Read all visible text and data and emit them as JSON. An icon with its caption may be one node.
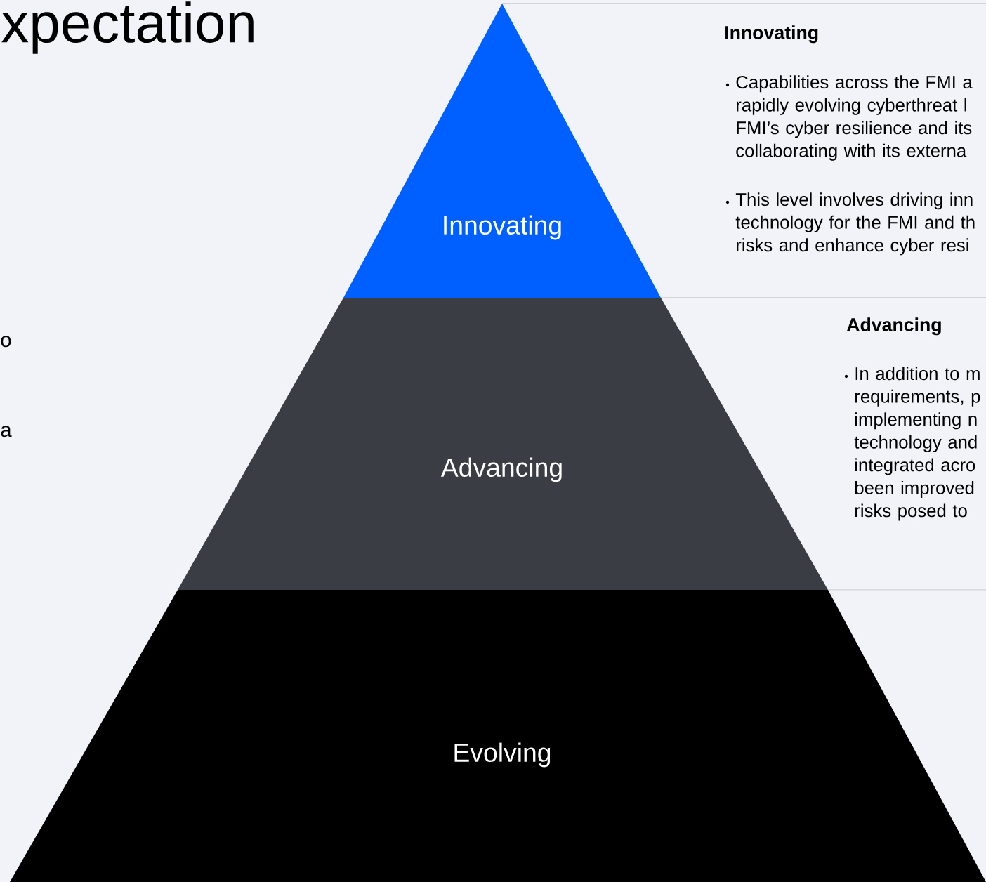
{
  "diagram": {
    "title": "xpectation",
    "nodes": [
      {
        "text": [
          "Innovating"
        ]
      },
      {
        "text": [
          "Advancing"
        ]
      },
      {
        "text": [
          "Evolving"
        ]
      }
    ],
    "labels": [
      "Innovating",
      "Capabilities across the FMI a rapidly evolving cyberthreat l FMI’s cyber resilience and its collaborating with its externa",
      "This level involves driving inn technology for the FMI and th risks and enhance cyber resi",
      "o",
      "Advancing",
      "a",
      "In addition to m requirements, p implementing n technology and integrated acro been improved risks posed to"
    ]
  }
}
